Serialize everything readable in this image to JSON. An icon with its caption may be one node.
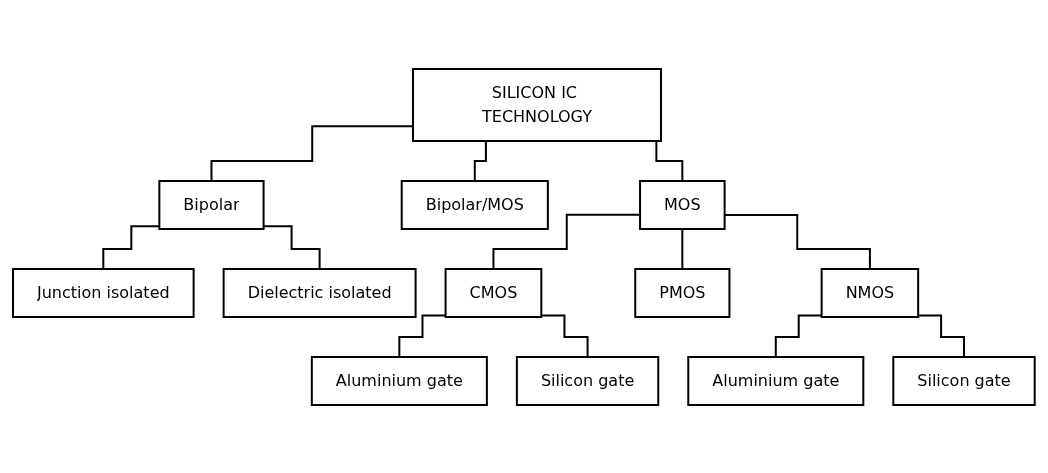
{
  "diagram": {
    "nodes": [
      {
        "text": [
          "SILICON IC TECHNOLOGY"
        ]
      },
      {
        "text": [
          "Bipolar"
        ]
      },
      {
        "text": [
          "Bipolar/MOS"
        ]
      },
      {
        "text": [
          "MOS"
        ]
      },
      {
        "text": [
          "Junction isolated"
        ]
      },
      {
        "text": [
          "Dielectric isolated"
        ]
      },
      {
        "text": [
          "CMOS"
        ]
      },
      {
        "text": [
          "PMOS"
        ]
      },
      {
        "text": [
          "NMOS"
        ]
      },
      {
        "text": [
          "Aluminium gate"
        ]
      },
      {
        "text": [
          "Silicon gate"
        ]
      },
      {
        "text": [
          "Aluminium gate"
        ]
      },
      {
        "text": [
          "Silicon gate"
        ]
      }
    ],
    "edges": [
      {
        "from": 0,
        "to": 1,
        "arrow": "none"
      },
      {
        "from": 0,
        "to": 2,
        "arrow": "none"
      },
      {
        "from": 0,
        "to": 3,
        "arrow": "none"
      },
      {
        "from": 1,
        "to": 4,
        "arrow": "none"
      },
      {
        "from": 1,
        "to": 5,
        "arrow": "none"
      },
      {
        "from": 3,
        "to": 6,
        "arrow": "none"
      },
      {
        "from": 3,
        "to": 7,
        "arrow": "none"
      },
      {
        "from": 3,
        "to": 8,
        "arrow": "none"
      },
      {
        "from": 6,
        "to": 9,
        "arrow": "none"
      },
      {
        "from": 6,
        "to": 10,
        "arrow": "none"
      },
      {
        "from": 8,
        "to": 11,
        "arrow": "none"
      },
      {
        "from": 8,
        "to": 12,
        "arrow": "none"
      }
    ]
  }
}
